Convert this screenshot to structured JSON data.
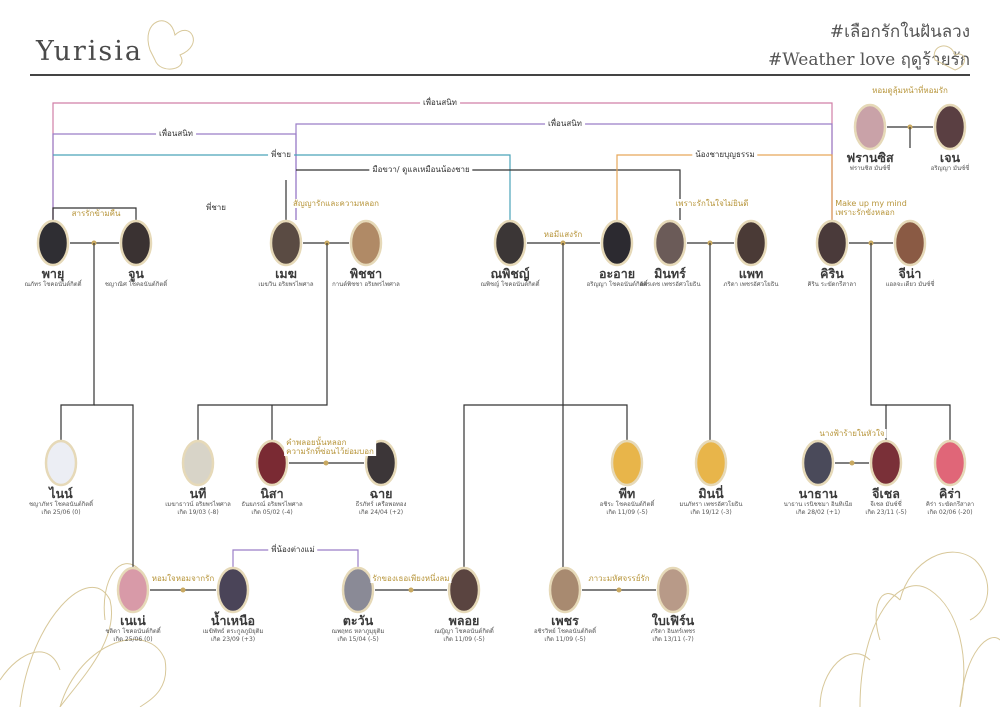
{
  "brand": "Yurisia",
  "tags": [
    "#เลือกรักในฝันลวง",
    "#Weather love ฤดูร้ายรัก"
  ],
  "colors": {
    "line": "#333333",
    "pink": "#d07fa6",
    "purple": "#9b7ec8",
    "teal": "#4ba3b9",
    "orange": "#e7a85a",
    "gold": "#c9a961",
    "yellow_dot": "#e8b54a",
    "rose_dot": "#e06678",
    "white_dot": "#eceef4",
    "grey_dot": "#d8d4c8"
  },
  "people": {
    "phayu": {
      "name": "พายุ",
      "sub": [
        "ณภัทร โชคอนันต์กิตติ์"
      ],
      "fill": "#2f2e33"
    },
    "chun": {
      "name": "จูน",
      "sub": [
        "ชญาณิศ โชคอนันต์กิตติ์"
      ],
      "fill": "#3a3232"
    },
    "mek": {
      "name": "เมฆ",
      "sub": [
        "เมฆวิน อริยพรไพศาล"
      ],
      "fill": "#5a4b43"
    },
    "phitcha": {
      "name": "พิชชา",
      "sub": [
        "กานต์พิชชา อริยพรไพศาล"
      ],
      "fill": "#b08a66"
    },
    "nachayu": {
      "name": "ณพิชญ์",
      "sub": [
        "ณพิชญ์ โชคอนันต์กิตติ์"
      ],
      "fill": "#3b3636"
    },
    "aoai": {
      "name": "อะอาย",
      "sub": [
        "อริญญา โชคอนันต์กิตติ์"
      ],
      "fill": "#2c2a30"
    },
    "minthra": {
      "name": "มินทร์",
      "sub": [
        "อัศรเดช เพชรอัศวโยธิน"
      ],
      "fill": "#6b5b58"
    },
    "phat": {
      "name": "แพท",
      "sub": [
        "ภริดา เพชรอัศวโยธิน"
      ],
      "fill": "#4a3a36"
    },
    "khirin": {
      "name": "คิริน",
      "sub": [
        "คิริน ระฆัดกรีสาลา"
      ],
      "fill": "#4a3a3a"
    },
    "jina": {
      "name": "จีน่า",
      "sub": [
        "แอลจะเดียว มันซ์ชี่"
      ],
      "fill": "#8a5a44"
    },
    "france": {
      "name": "ฟรานซิส",
      "sub": [
        "ฟรานซิส มันซ์ชี่"
      ],
      "fill": "#c9a2a8"
    },
    "jen": {
      "name": "เจน",
      "sub": [
        "อริญญา มันซ์ชี่"
      ],
      "fill": "#5a3f42"
    },
    "nene1": {
      "name": "ไนน์",
      "sub": [
        "ชญาภัทร โชคอนันต์กิตติ์",
        "เกิด 25/06 (0)"
      ],
      "fill": "#eceef4"
    },
    "nathi": {
      "name": "นที",
      "sub": [
        "เมฆาธาวน์ อริยพรไพศาล",
        "เกิด 19/03 (-8)"
      ],
      "fill": "#d8d4c8"
    },
    "nisa": {
      "name": "นิสา",
      "sub": [
        "ธันยภรณ์ อริยพรไพศาล",
        "เกิด 05/02 (-4)"
      ],
      "fill": "#7a2a33"
    },
    "kai": {
      "name": "ฉาย",
      "sub": [
        "ธีรภัทร์ เครือพอทอง",
        "เกิด 24/04 (+2)"
      ],
      "fill": "#3c3638"
    },
    "phit": {
      "name": "พีท",
      "sub": [
        "อชิระ โชคอนันต์กิตติ์",
        "เกิด 11/09 (-5)"
      ],
      "fill": "#e8b54a"
    },
    "mimi": {
      "name": "มินนี่",
      "sub": [
        "มนภัทรา เพชรอัศวโยธิน",
        "เกิด 19/12 (-3)"
      ],
      "fill": "#e8b54a"
    },
    "nathan": {
      "name": "นาธาน",
      "sub": [
        "นาธาน เรนิชชมา อินทิเนีย",
        "เกิด 28/02 (+1)"
      ],
      "fill": "#4a4a5a"
    },
    "jichel": {
      "name": "จีเชล",
      "sub": [
        "จีเชล มันซ์ชี่",
        "เกิด 23/11 (-5)"
      ],
      "fill": "#7a3038"
    },
    "khira": {
      "name": "คิร่า",
      "sub": [
        "คิร่า ระฆัดกรีสาลา",
        "เกิด 02/06 (-20)"
      ],
      "fill": "#e06678"
    },
    "nene2": {
      "name": "เนเน่",
      "sub": [
        "ชลิดา โชคอนันต์กิตติ์",
        "เกิด 25/06 (0)"
      ],
      "fill": "#d89aa8"
    },
    "namnuea": {
      "name": "น้ำเหนือ",
      "sub": [
        "เมฆิพัทธ์ ตระกูลภูมิยุติม",
        "เกิด 23/09 (+3)"
      ],
      "fill": "#4a4458"
    },
    "tawan": {
      "name": "ตะวัน",
      "sub": [
        "ณพฤทธ หลาภูมุยุติม",
        "เกิด 15/04 (-5)"
      ],
      "fill": "#8a8a96"
    },
    "phloy": {
      "name": "พลอย",
      "sub": [
        "ณญิญา โชคอนันต์กิตติ์",
        "เกิด 11/09 (-5)"
      ],
      "fill": "#5a4440"
    },
    "phet": {
      "name": "เพชร",
      "sub": [
        "อชิรวิทย์ โชคอนันต์กิตติ์",
        "เกิด 11/09 (-5)"
      ],
      "fill": "#a88a70"
    },
    "baifern": {
      "name": "ใบเฟิร์น",
      "sub": [
        "ภริดา อินทร์เพชร",
        "เกิด 13/11 (-7)"
      ],
      "fill": "#b89a88"
    }
  },
  "labels": {
    "friend1": "เพื่อนสนิท",
    "friend2": "เพื่อนสนิท",
    "friend3": "เพื่อนสนิท",
    "brother1": "พี่ชาย",
    "right_hand": "มือขวา/ ดูแลเหมือนน้องชาย",
    "junior": "น้องชายบุญธรรม",
    "brother2": "พี่ชาย",
    "sibling_mother": "พี่น้องต่างแม่",
    "l_phayu": "สารรักข้ามคืน",
    "l_mek": "สัญญารักและความหลอก",
    "l_nachayu": "หอมีแสงรัก",
    "l_minthra": "เพราะรักในใจไม่ยินดี",
    "l_khirin": [
      "Make up my mind",
      "เพราะรักขังหลอก"
    ],
    "l_france": "หอมดูลุ้มหน้าที่หอมรัก",
    "l_nisa": [
      "คำพลอยนั้นหลอก",
      "ความรักที่ซ่อนไว้ย่อมบอก"
    ],
    "l_nathan": "นางฟ้าร้ายในหัวใจ",
    "l_nene": "หอมใจหอมจากรัก",
    "l_tawan": "รักของเธอเพียงหนึ่งลม",
    "l_phet": "ภาวะมหัศจรรย์รัก"
  }
}
